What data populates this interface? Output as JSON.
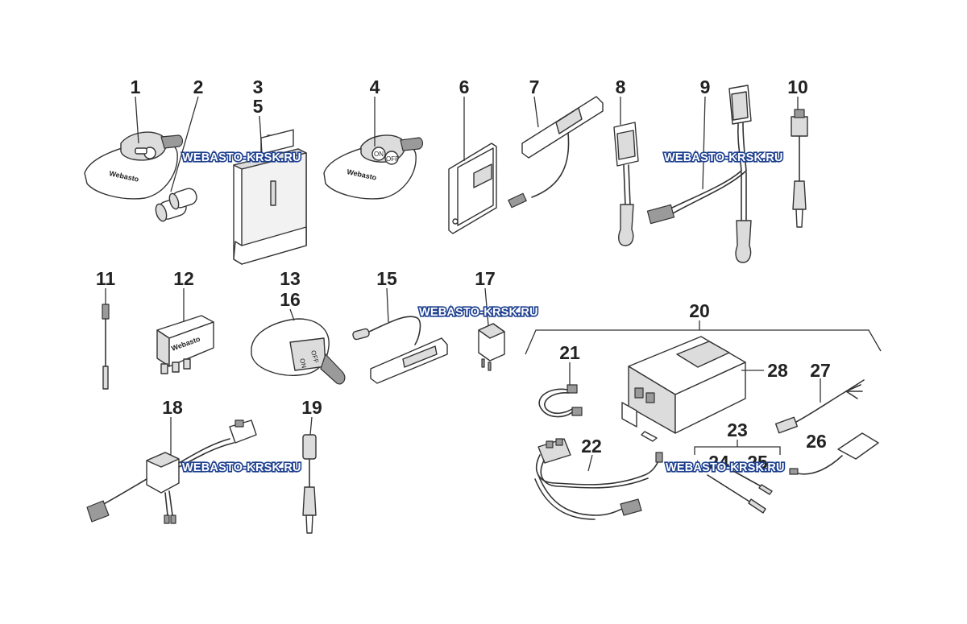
{
  "callouts": [
    {
      "id": "1",
      "label": "1"
    },
    {
      "id": "2",
      "label": "2"
    },
    {
      "id": "3",
      "label": "3"
    },
    {
      "id": "5",
      "label": "5"
    },
    {
      "id": "4",
      "label": "4"
    },
    {
      "id": "6",
      "label": "6"
    },
    {
      "id": "7",
      "label": "7"
    },
    {
      "id": "8",
      "label": "8"
    },
    {
      "id": "9",
      "label": "9"
    },
    {
      "id": "10",
      "label": "10"
    },
    {
      "id": "11",
      "label": "11"
    },
    {
      "id": "12",
      "label": "12"
    },
    {
      "id": "13",
      "label": "13"
    },
    {
      "id": "16",
      "label": "16"
    },
    {
      "id": "15",
      "label": "15"
    },
    {
      "id": "17",
      "label": "17"
    },
    {
      "id": "20",
      "label": "20"
    },
    {
      "id": "21",
      "label": "21"
    },
    {
      "id": "28",
      "label": "28"
    },
    {
      "id": "27",
      "label": "27"
    },
    {
      "id": "23",
      "label": "23"
    },
    {
      "id": "18",
      "label": "18"
    },
    {
      "id": "19",
      "label": "19"
    },
    {
      "id": "22",
      "label": "22"
    },
    {
      "id": "24",
      "label": "24"
    },
    {
      "id": "25",
      "label": "25"
    },
    {
      "id": "26",
      "label": "26"
    }
  ],
  "watermark": "WEBASTO-KRSK.RU",
  "part_text": {
    "brand": "Webasto",
    "btn_on": "ON",
    "btn_off": "OFF"
  },
  "colors": {
    "watermark_fill": "#ffffff",
    "watermark_outline": "#1d3f8f",
    "line": "#333333"
  }
}
